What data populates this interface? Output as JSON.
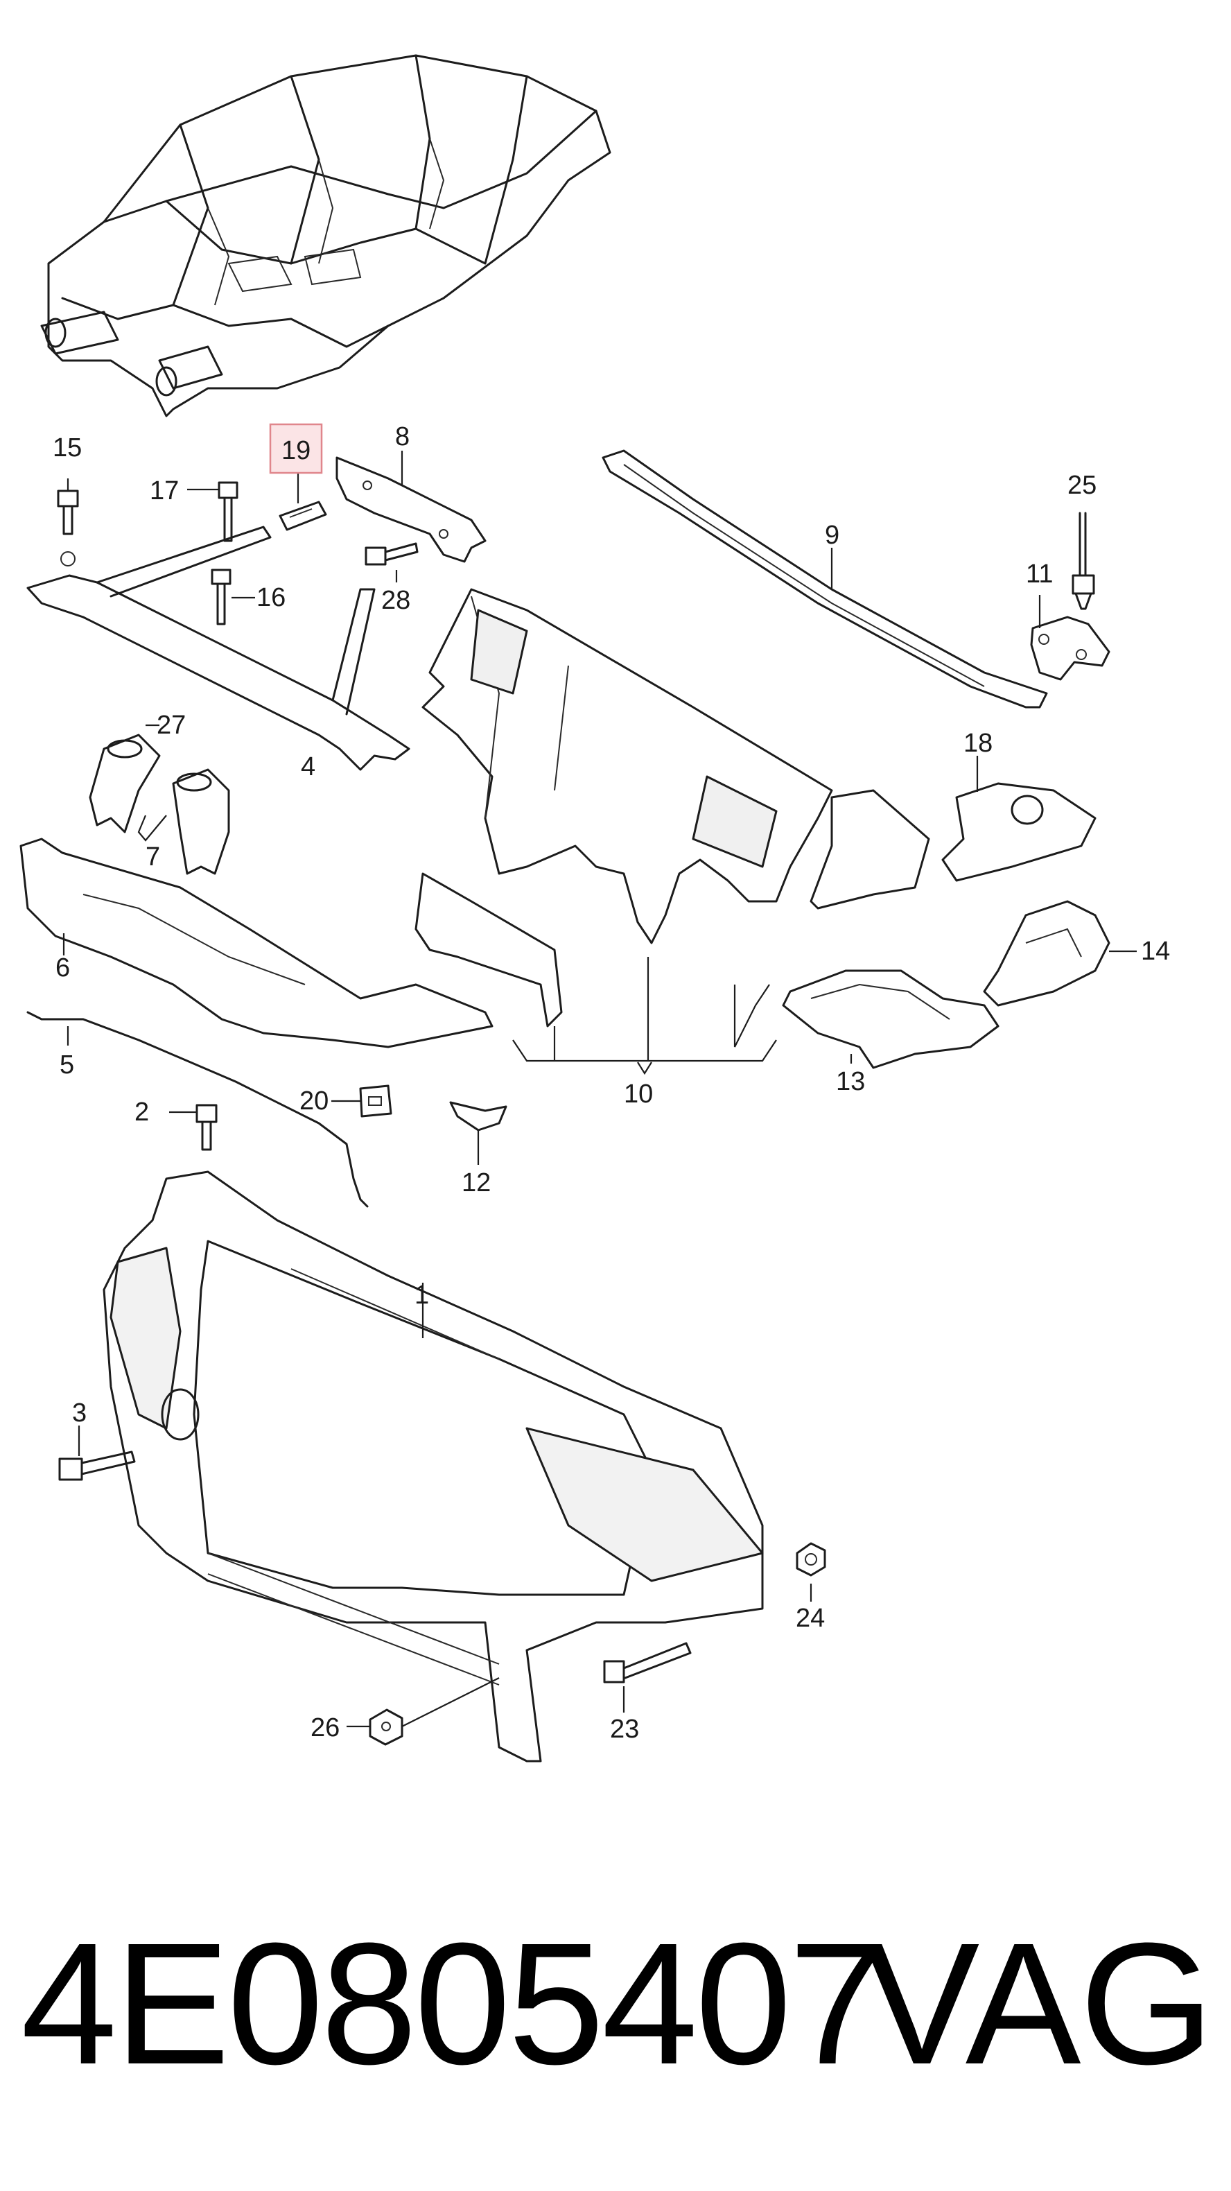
{
  "callouts": {
    "c1": "1",
    "c2": "2",
    "c3": "3",
    "c4": "4",
    "c5": "5",
    "c6": "6",
    "c7": "7",
    "c8": "8",
    "c9": "9",
    "c10": "10",
    "c11": "11",
    "c12": "12",
    "c13": "13",
    "c14": "14",
    "c15": "15",
    "c16": "16",
    "c17": "17",
    "c18": "18",
    "c19": "19",
    "c20": "20",
    "c23": "23",
    "c24": "24",
    "c25": "25",
    "c26": "26",
    "c27": "27",
    "c28": "28"
  },
  "highlighted_callout": "19",
  "highlight_color": "#e0868c",
  "footer": {
    "part_number": "4E0805407",
    "brand": "VAG"
  }
}
